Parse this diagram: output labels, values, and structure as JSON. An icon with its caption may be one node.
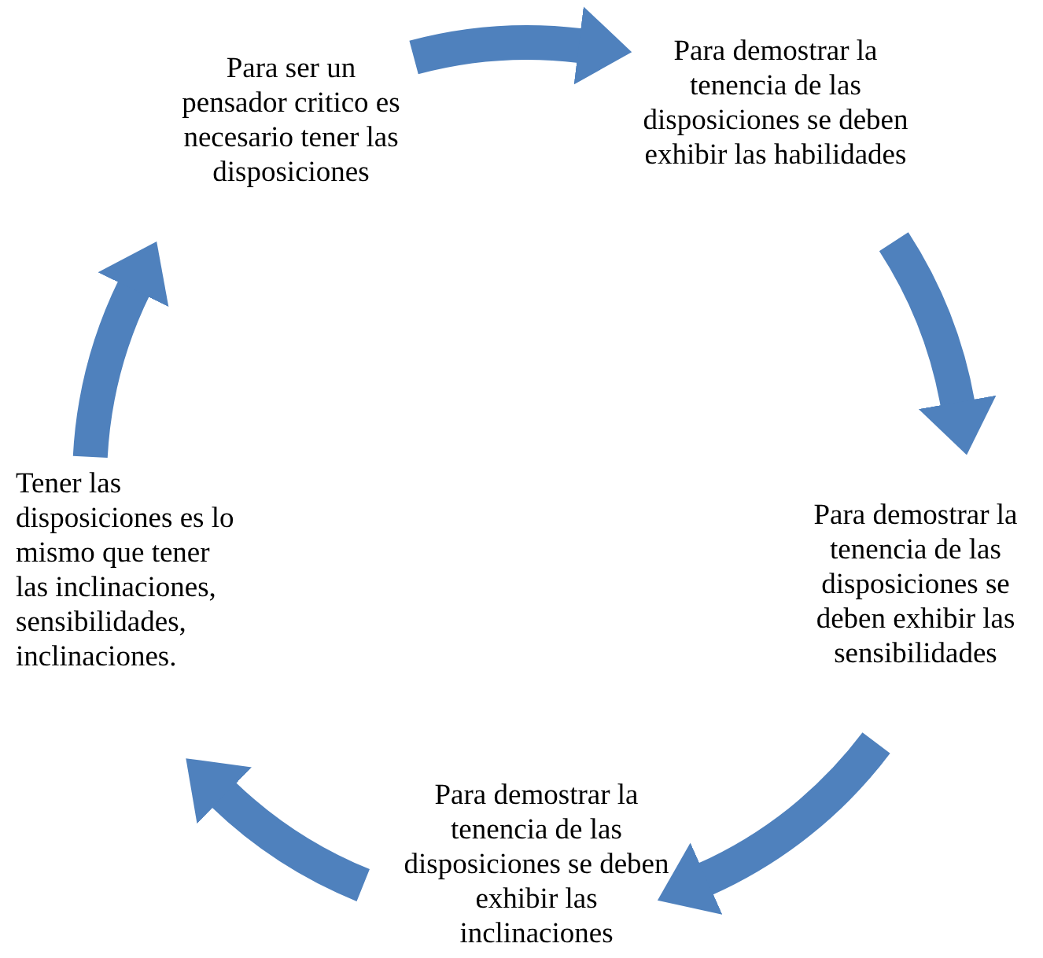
{
  "diagram": {
    "nodes": [
      {
        "text": [
          "Para ser un pensador critico es necesario tener las disposiciones"
        ]
      },
      {
        "text": [
          "Para demostrar la tenencia de las disposiciones se deben exhibir las habilidades"
        ]
      },
      {
        "text": [
          "Para demostrar la tenencia de las disposiciones se deben exhibir las sensibilidades"
        ]
      },
      {
        "text": [
          "Para demostrar la tenencia de las disposiciones se deben exhibir las inclinaciones"
        ]
      },
      {
        "text": [
          "Tener las disposiciones es lo mismo que tener las inclinaciones, sensibilidades, inclinaciones."
        ]
      }
    ],
    "edges": [
      {
        "from": 0,
        "to": 1,
        "arrow": "to"
      },
      {
        "from": 1,
        "to": 2,
        "arrow": "to"
      },
      {
        "from": 2,
        "to": 3,
        "arrow": "to"
      },
      {
        "from": 3,
        "to": 4,
        "arrow": "to"
      },
      {
        "from": 4,
        "to": 0,
        "arrow": "to"
      }
    ]
  }
}
